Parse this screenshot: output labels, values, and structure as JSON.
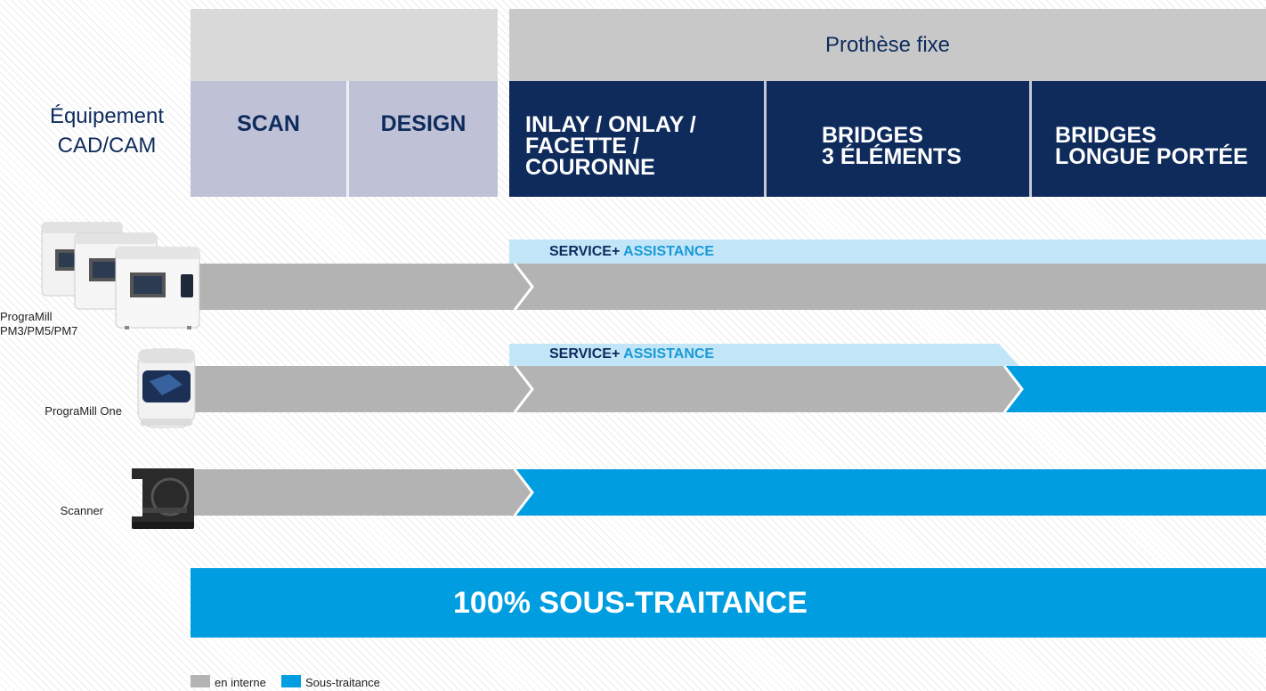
{
  "header": {
    "category": "Prothèse fixe",
    "equipment_label_line1": "Équipement",
    "equipment_label_line2": "CAD/CAM",
    "columns": [
      {
        "id": "scan",
        "lines": [
          "SCAN"
        ]
      },
      {
        "id": "design",
        "lines": [
          "DESIGN"
        ]
      },
      {
        "id": "inlay",
        "lines": [
          "INLAY / ONLAY /",
          "FACETTE / COURONNE"
        ]
      },
      {
        "id": "bridges3",
        "lines": [
          "BRIDGES",
          "3 ÉLÉMENTS"
        ]
      },
      {
        "id": "bridges-long",
        "lines": [
          "BRIDGES",
          "LONGUE PORTÉE"
        ]
      }
    ]
  },
  "rows": [
    {
      "id": "programill-pm",
      "label_lines": [
        "PrograMill",
        "PM3/PM5/PM7"
      ],
      "service_prefix": "SERVICE+",
      "service_suffix": "ASSISTANCE",
      "segments": [
        "en interne",
        "en interne"
      ]
    },
    {
      "id": "programill-one",
      "label_lines": [
        "PrograMill One"
      ],
      "service_prefix": "SERVICE+",
      "service_suffix": "ASSISTANCE",
      "segments": [
        "en interne",
        "en interne",
        "Sous-traitance"
      ]
    },
    {
      "id": "scanner",
      "label_lines": [
        "Scanner"
      ],
      "segments": [
        "en interne",
        "Sous-traitance"
      ]
    }
  ],
  "full_outsourcing_label": "100% SOUS-TRAITANCE",
  "legend": [
    {
      "label": "en interne",
      "color": "#b3b3b3"
    },
    {
      "label": "Sous-traitance",
      "color": "#009ee0"
    }
  ],
  "colors": {
    "navy": "#0e2b5c",
    "lavender": "#bfc2d6",
    "header_gray": "#c8c8c8",
    "inhouse_gray": "#b3b3b3",
    "outsource_blue": "#009ee0",
    "service_light_blue": "#c2e6f8"
  },
  "icons": [
    "programill-pm-machines-icon",
    "programill-one-machine-icon",
    "scanner-icon"
  ]
}
